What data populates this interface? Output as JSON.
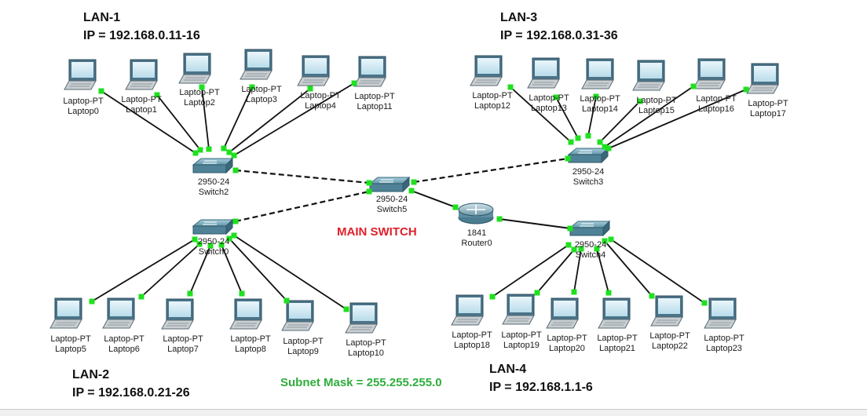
{
  "lans": [
    {
      "title": "LAN-1",
      "ip": "IP = 192.168.0.11-16"
    },
    {
      "title": "LAN-3",
      "ip": "IP = 192.168.0.31-36"
    },
    {
      "title": "LAN-2",
      "ip": "IP = 192.168.0.21-26"
    },
    {
      "title": "LAN-4",
      "ip": "IP = 192.168.1.1-6"
    }
  ],
  "main_switch_label": "MAIN SWITCH",
  "subnet_label": "Subnet Mask = 255.255.255.0",
  "switches": [
    {
      "model": "2950-24",
      "name": "Switch2"
    },
    {
      "model": "2950-24",
      "name": "Switch3"
    },
    {
      "model": "2950-24",
      "name": "Switch5"
    },
    {
      "model": "2950-24",
      "name": "Switch0"
    },
    {
      "model": "2950-24",
      "name": "Switch4"
    }
  ],
  "router": {
    "model": "1841",
    "name": "Router0"
  },
  "laptops": [
    {
      "type": "Laptop-PT",
      "name": "Laptop0"
    },
    {
      "type": "Laptop-PT",
      "name": "Laptop1"
    },
    {
      "type": "Laptop-PT",
      "name": "Laptop2"
    },
    {
      "type": "Laptop-PT",
      "name": "Laptop3"
    },
    {
      "type": "Laptop-PT",
      "name": "Laptop4"
    },
    {
      "type": "Laptop-PT",
      "name": "Laptop11"
    },
    {
      "type": "Laptop-PT",
      "name": "Laptop12"
    },
    {
      "type": "Laptop-PT",
      "name": "Laptop13"
    },
    {
      "type": "Laptop-PT",
      "name": "Laptop14"
    },
    {
      "type": "Laptop-PT",
      "name": "Laptop15"
    },
    {
      "type": "Laptop-PT",
      "name": "Laptop16"
    },
    {
      "type": "Laptop-PT",
      "name": "Laptop17"
    },
    {
      "type": "Laptop-PT",
      "name": "Laptop5"
    },
    {
      "type": "Laptop-PT",
      "name": "Laptop6"
    },
    {
      "type": "Laptop-PT",
      "name": "Laptop7"
    },
    {
      "type": "Laptop-PT",
      "name": "Laptop8"
    },
    {
      "type": "Laptop-PT",
      "name": "Laptop9"
    },
    {
      "type": "Laptop-PT",
      "name": "Laptop10"
    },
    {
      "type": "Laptop-PT",
      "name": "Laptop18"
    },
    {
      "type": "Laptop-PT",
      "name": "Laptop19"
    },
    {
      "type": "Laptop-PT",
      "name": "Laptop20"
    },
    {
      "type": "Laptop-PT",
      "name": "Laptop21"
    },
    {
      "type": "Laptop-PT",
      "name": "Laptop22"
    },
    {
      "type": "Laptop-PT",
      "name": "Laptop23"
    }
  ],
  "colors": {
    "link_up": "#1fe01f",
    "main_switch_text": "#e0202a",
    "subnet_text": "#2eae3c"
  }
}
